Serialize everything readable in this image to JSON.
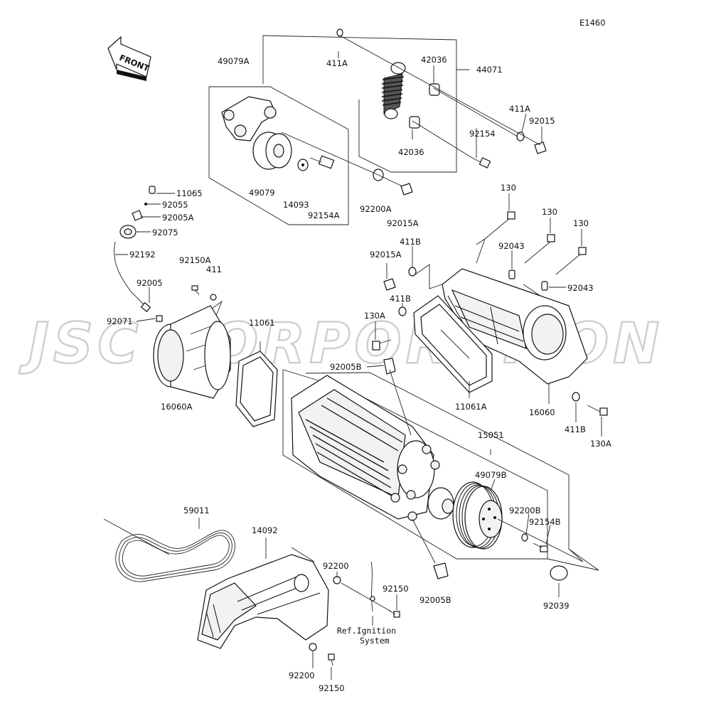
{
  "diagram_code": "E1460",
  "front_label": "FRONT",
  "watermark": "JSC CORPORATION",
  "reference_note": {
    "line1": "Ref.Ignition",
    "line2": "System"
  },
  "parts": [
    {
      "id": "p0",
      "text": "411A"
    },
    {
      "id": "p1",
      "text": "42036"
    },
    {
      "id": "p2",
      "text": "44071"
    },
    {
      "id": "p3",
      "text": "49079A"
    },
    {
      "id": "p4",
      "text": "411A"
    },
    {
      "id": "p5",
      "text": "92015"
    },
    {
      "id": "p6",
      "text": "92154"
    },
    {
      "id": "p7",
      "text": "42036"
    },
    {
      "id": "p8",
      "text": "49079"
    },
    {
      "id": "p9",
      "text": "14093"
    },
    {
      "id": "p10",
      "text": "92154A"
    },
    {
      "id": "p11",
      "text": "92200A"
    },
    {
      "id": "p12",
      "text": "92015A"
    },
    {
      "id": "p13",
      "text": "11065"
    },
    {
      "id": "p14",
      "text": "92055"
    },
    {
      "id": "p15",
      "text": "92005A"
    },
    {
      "id": "p16",
      "text": "92075"
    },
    {
      "id": "p17",
      "text": "92192"
    },
    {
      "id": "p18",
      "text": "92150A"
    },
    {
      "id": "p19",
      "text": "411"
    },
    {
      "id": "p20",
      "text": "92005"
    },
    {
      "id": "p21",
      "text": "92071"
    },
    {
      "id": "p22",
      "text": "11061"
    },
    {
      "id": "p23",
      "text": "16060A"
    },
    {
      "id": "p24",
      "text": "130"
    },
    {
      "id": "p25",
      "text": "130"
    },
    {
      "id": "p26",
      "text": "130"
    },
    {
      "id": "p27",
      "text": "411B"
    },
    {
      "id": "p28",
      "text": "92015A"
    },
    {
      "id": "p29",
      "text": "92043"
    },
    {
      "id": "p30",
      "text": "92043"
    },
    {
      "id": "p31",
      "text": "411B"
    },
    {
      "id": "p32",
      "text": "130A"
    },
    {
      "id": "p33",
      "text": "92005B"
    },
    {
      "id": "p34",
      "text": "11061A"
    },
    {
      "id": "p35",
      "text": "16060"
    },
    {
      "id": "p36",
      "text": "411B"
    },
    {
      "id": "p37",
      "text": "130A"
    },
    {
      "id": "p38",
      "text": "15051"
    },
    {
      "id": "p39",
      "text": "49079B"
    },
    {
      "id": "p40",
      "text": "92200B"
    },
    {
      "id": "p41",
      "text": "92154B"
    },
    {
      "id": "p42",
      "text": "59011"
    },
    {
      "id": "p43",
      "text": "14092"
    },
    {
      "id": "p44",
      "text": "92200"
    },
    {
      "id": "p45",
      "text": "92150"
    },
    {
      "id": "p46",
      "text": "92005B"
    },
    {
      "id": "p47",
      "text": "92039"
    },
    {
      "id": "p48",
      "text": "92200"
    },
    {
      "id": "p49",
      "text": "92150"
    }
  ]
}
